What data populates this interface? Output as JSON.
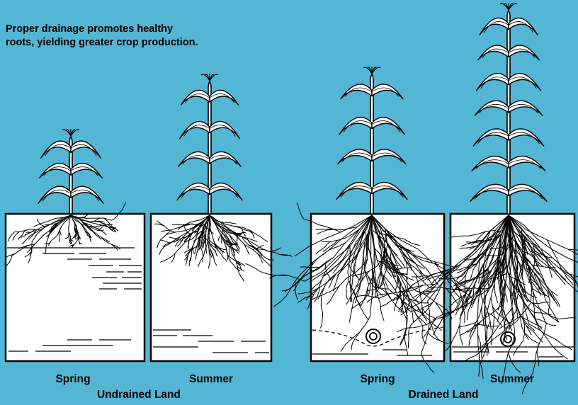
{
  "caption": {
    "line1": "Proper drainage promotes healthy",
    "line2": "roots, yielding greater crop production."
  },
  "panels": [
    {
      "season": "Spring",
      "group": "undrained"
    },
    {
      "season": "Summer",
      "group": "undrained"
    },
    {
      "season": "Spring",
      "group": "drained"
    },
    {
      "season": "Summer",
      "group": "drained"
    }
  ],
  "groups": {
    "undrained": "Undrained Land",
    "drained": "Drained Land"
  },
  "colors": {
    "background": "#53b6d4",
    "soil": "#ffffff",
    "ink": "#000000"
  }
}
